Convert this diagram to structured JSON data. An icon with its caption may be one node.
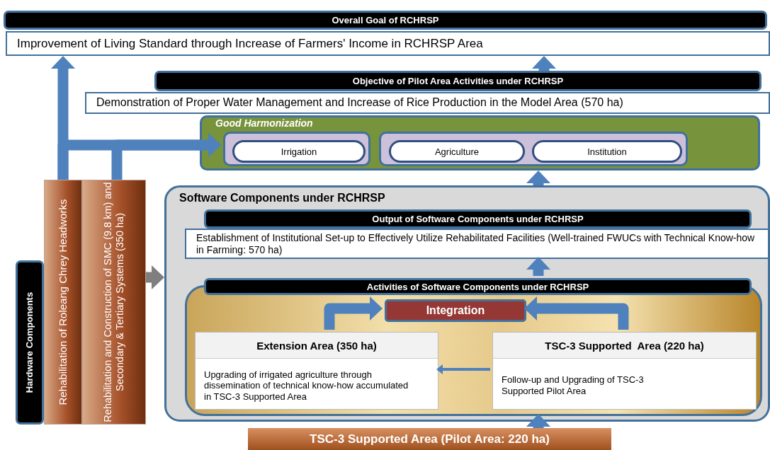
{
  "diagram": {
    "nodes": [
      {
        "text": [
          "Overall Goal of RCHRSP",
          "Improvement of Living Standard through Increase of Farmers' Income in RCHRSP Area"
        ]
      },
      {
        "text": [
          "Objective of Pilot Area Activities under RCHRSP",
          "Demonstration of Proper Water Management and Increase of Rice Production in the Model Area (570 ha)"
        ]
      },
      {
        "text": [
          "Good Harmonization"
        ]
      },
      {
        "text": [],
        "shape": "box",
        "in": 2
      },
      {
        "text": [
          "Irrigation"
        ],
        "in": 3
      },
      {
        "text": [],
        "shape": "box",
        "in": 2
      },
      {
        "text": [
          "Agriculture"
        ],
        "in": 5
      },
      {
        "text": [
          "Institution"
        ],
        "in": 5
      },
      {
        "text": [
          "Software Components under RCHRSP"
        ]
      },
      {
        "text": [
          "Output of Software Components under RCHRSP",
          "Establishment of Institutional Set-up to Effectively Utilize Rehabilitated Facilities (Well-trained FWUCs with Technical Know-how in Farming: 570 ha)"
        ],
        "in": 8
      },
      {
        "text": [
          "Activities of Software Components under RCHRSP"
        ],
        "in": 8
      },
      {
        "text": [
          "Integration"
        ],
        "in": 10
      },
      {
        "text": [
          "Extension Area (350 ha)",
          "Upgrading of irrigated agriculture through dissemination of technical know-how accumulated in TSC-3 Supported Area"
        ],
        "in": 10
      },
      {
        "text": [
          "TSC-3 Supported  Area (220 ha)",
          "Follow-up and Upgrading of TSC-3 Supported Pilot Area"
        ],
        "in": 10
      },
      {
        "text": [
          "Hardware Components"
        ]
      },
      {
        "text": [
          "Rehabilitation of Roleang Chrey Headworks"
        ]
      },
      {
        "text": [
          "Rehabilitation and Construction of SMC (9.8 km) and Secondary & Tertiary Systems (350 ha)"
        ]
      },
      {
        "text": [
          "TSC-3 Supported Area (Pilot Area: 220 ha)"
        ]
      }
    ],
    "edges": [
      {
        "from": 15,
        "to": 0,
        "arrow": "to"
      },
      {
        "from": 15,
        "to": 3,
        "arrow": "to"
      },
      {
        "from": 16,
        "to": 3,
        "arrow": "to"
      },
      {
        "from": 1,
        "to": 0,
        "arrow": "to"
      },
      {
        "from": 8,
        "to": 2,
        "arrow": "to"
      },
      {
        "from": 16,
        "to": 8,
        "arrow": "to",
        "color": "#7f7f7f"
      },
      {
        "from": 10,
        "to": 9,
        "arrow": "to"
      },
      {
        "from": 12,
        "to": 11,
        "arrow": "to"
      },
      {
        "from": 13,
        "to": 11,
        "arrow": "to"
      },
      {
        "from": 13,
        "to": 12,
        "arrow": "to"
      },
      {
        "from": 17,
        "to": 10,
        "arrow": "to"
      }
    ]
  }
}
